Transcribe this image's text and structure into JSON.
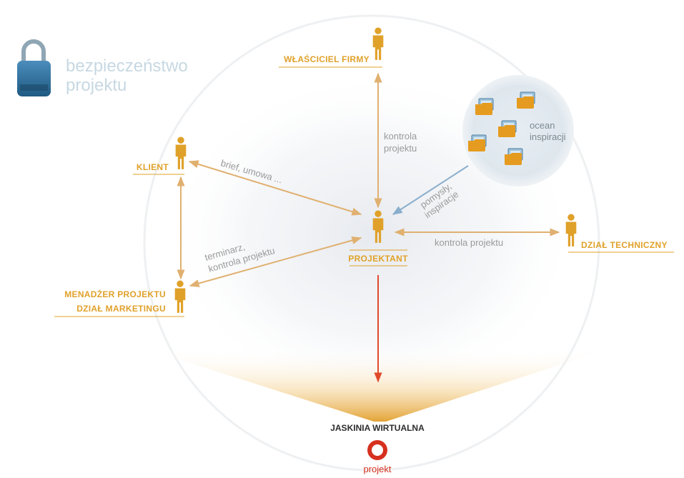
{
  "title": {
    "line1": "bezpieczeństwo",
    "line2": "projektu"
  },
  "roles": {
    "owner": "WŁAŚCICIEL FIRMY",
    "client": "KLIENT",
    "designer": "PROJEKTANT",
    "tech": "DZIAŁ TECHNICZNY",
    "manager_line1": "MENADŻER PROJEKTU",
    "manager_line2": "DZIAŁ MARKETINGU"
  },
  "edges": {
    "owner_designer_1": "kontrola",
    "owner_designer_2": "projektu",
    "client_designer": "brief, umowa ...",
    "manager_designer_1": "terminarz,",
    "manager_designer_2": "kontrola projektu",
    "designer_tech": "kontrola projektu",
    "ocean_designer_1": "pomysły,",
    "ocean_designer_2": "inspiracje"
  },
  "ocean": {
    "line1": "ocean",
    "line2": "inspiracji"
  },
  "cave": "JASKINIA WIRTUALNA",
  "output": "projekt",
  "colors": {
    "accent": "#e0a12a",
    "arrow": "#e0b070",
    "inspiration_arrow": "#8aaecc",
    "output_arrow": "#e04a2a",
    "output_ring": "#d6301e",
    "lock": "#2f6f99"
  },
  "icons": [
    "lock-icon",
    "person-icon",
    "folder-icon",
    "ring-icon"
  ]
}
